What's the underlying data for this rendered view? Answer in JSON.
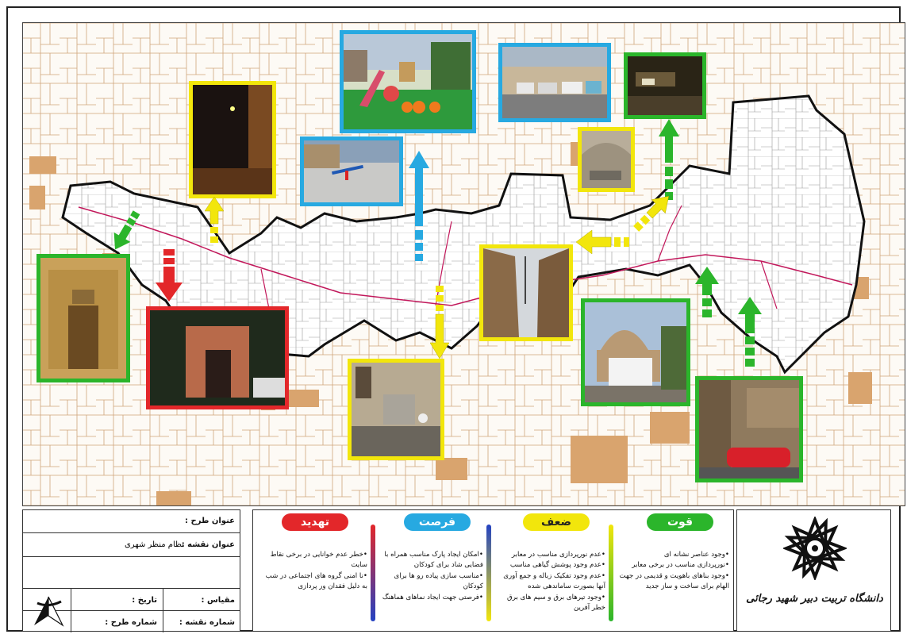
{
  "colors": {
    "strength": "#2bb52b",
    "weakness": "#f2e60c",
    "opportunity": "#27a9e1",
    "threat": "#e3272a",
    "parcel": "#c8925a",
    "boundary": "#111111",
    "path": "#c2185b"
  },
  "legend": {
    "strength": {
      "title": "قوت",
      "items": [
        "وجود عناصر نشانه ای",
        "نورپردازی مناسب در برخی معابر",
        "وجود بناهای باهویت و قدیمی در جهت الهام برای ساخت و ساز جدید"
      ]
    },
    "weakness": {
      "title": "ضعف",
      "items": [
        "عدم نورپردازی مناسب در معابر",
        "عدم وجود پوشش گیاهی مناسب",
        "عدم وجود تفکیک زباله و جمع آوری آنها بصورت ساماندهی شده",
        "وجود تیرهای برق و سیم های برق خطر آفرین"
      ]
    },
    "opportunity": {
      "title": "فرصت",
      "items": [
        "امکان ایجاد پارک مناسب همراه با فضایی شاد برای کودکان",
        "مناسب سازی پیاده رو ها برای کودکان",
        "فرصتی جهت ایجاد نماهای هماهنگ"
      ]
    },
    "threat": {
      "title": "تهدید",
      "items": [
        "خطر عدم خوانایی در برخی نقاط سایت",
        "نا امنی گروه های اجتماعی در شب به دلیل فقدان ور پردازی"
      ]
    }
  },
  "titleblock": {
    "project_label": "عنوان طرح :",
    "map_label": "عنوان نقشه :",
    "map_value": "نظام منظر شهری",
    "scale_label": "مقیاس :",
    "date_label": "تاریخ :",
    "map_no_label": "شماره نقشه :",
    "plan_no_label": "شماره طرح :"
  },
  "university": {
    "name": "دانشگاه تربیت دبیر شهید رجائی",
    "emblem": "university-star-emblem"
  },
  "icons": {
    "north_arrow": "north-arrow-icon"
  }
}
